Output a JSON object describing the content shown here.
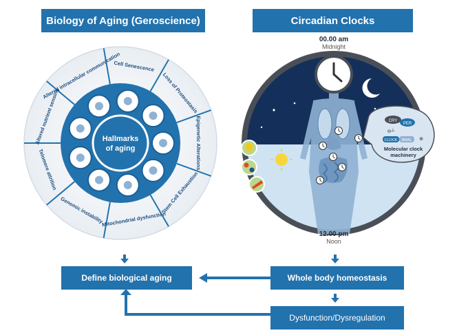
{
  "left_panel": {
    "title": "Biology of Aging (Geroscience)",
    "center_label": "Hallmarks of aging",
    "hallmarks": [
      "Cell Senescence",
      "Loss of Proteostasis",
      "Epigenetic Alterations",
      "Stem Cell Exhaustion",
      "Mitochondrial dysfunction",
      "Genomic instability",
      "Telomere attrition",
      "Altered nutrient sensing",
      "Altered intracellular communication"
    ],
    "icons": [
      "senescent-cell-icon",
      "protein-aggregate-icon",
      "chromatin-icon",
      "stem-cell-icon",
      "mitochondrion-icon",
      "dna-helix-icon",
      "chromosome-icon",
      "fork-knife-icon",
      "cell-icon"
    ]
  },
  "right_panel": {
    "title": "Circadian Clocks",
    "top_time": "00.00 am",
    "top_label": "Midnight",
    "bottom_time": "12.00 pm",
    "bottom_label": "Noon",
    "molecular": {
      "title": "Molecular clock machinery",
      "proteins": [
        "CRY",
        "PER",
        "CLOCK",
        "BMAL"
      ]
    },
    "cues": [
      "light-icon",
      "exercise-icon",
      "food-icon"
    ]
  },
  "flow": {
    "define": "Define biological aging",
    "homeostasis": "Whole body homeostasis",
    "dysfunction": "Dysfunction/Dysregulation"
  },
  "colors": {
    "primary": "#2272ad",
    "dark": "#1b5f97",
    "night": "#14305a",
    "day": "#cfe3f3",
    "ring": "#4a4f57"
  }
}
